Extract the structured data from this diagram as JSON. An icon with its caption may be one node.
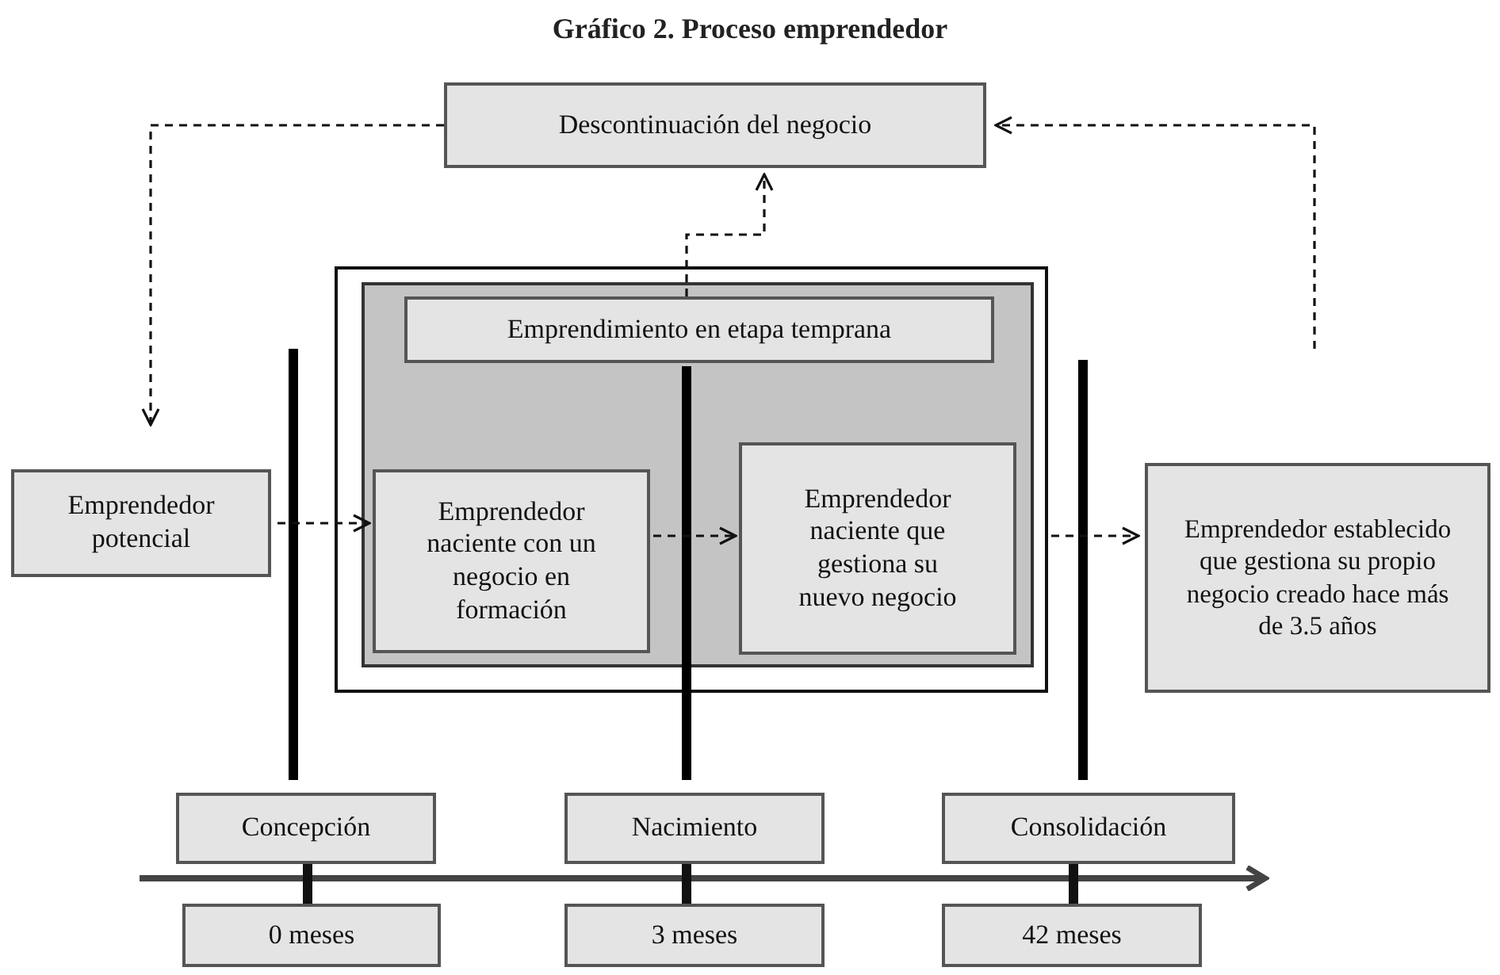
{
  "diagram": {
    "title": "Gráfico 2. Proceso emprendedor",
    "nodes": [
      {
        "text": [
          "Descontinuación del negocio"
        ]
      },
      {
        "text": [],
        "shape": "box"
      },
      {
        "text": [],
        "shape": "box",
        "in": 1
      },
      {
        "text": [
          "Emprendimiento en etapa temprana"
        ],
        "in": 2
      },
      {
        "text": [
          "Emprendedor potencial"
        ]
      },
      {
        "text": [
          "Emprendedor naciente con un negocio en formación"
        ],
        "in": 2
      },
      {
        "text": [
          "Emprendedor naciente que gestiona su nuevo negocio"
        ],
        "in": 2
      },
      {
        "text": [
          "Emprendedor establecido que gestiona su propio negocio creado hace más de 3.5 años"
        ]
      },
      {
        "text": [
          "Concepción"
        ]
      },
      {
        "text": [
          "Nacimiento"
        ]
      },
      {
        "text": [
          "Consolidación"
        ]
      },
      {
        "text": [
          "0 meses"
        ]
      },
      {
        "text": [
          "3 meses"
        ]
      },
      {
        "text": [
          "42 meses"
        ]
      }
    ],
    "edges": [
      {
        "from": 0,
        "to": 4,
        "arrow": "to",
        "style": "dashed"
      },
      {
        "from": 3,
        "to": 0,
        "arrow": "to",
        "style": "dashed"
      },
      {
        "from": null,
        "to": 0,
        "arrow": "to",
        "style": "dashed"
      },
      {
        "from": 4,
        "to": 5,
        "arrow": "to",
        "style": "dashed"
      },
      {
        "from": 5,
        "to": 6,
        "arrow": "to",
        "style": "dashed"
      },
      {
        "from": 6,
        "to": 7,
        "arrow": "to",
        "style": "dashed"
      },
      {
        "from": 8,
        "to": 11,
        "arrow": "none",
        "style": "thick"
      },
      {
        "from": 9,
        "to": 12,
        "arrow": "none",
        "style": "thick"
      },
      {
        "from": 10,
        "to": 13,
        "arrow": "none",
        "style": "thick"
      }
    ]
  }
}
